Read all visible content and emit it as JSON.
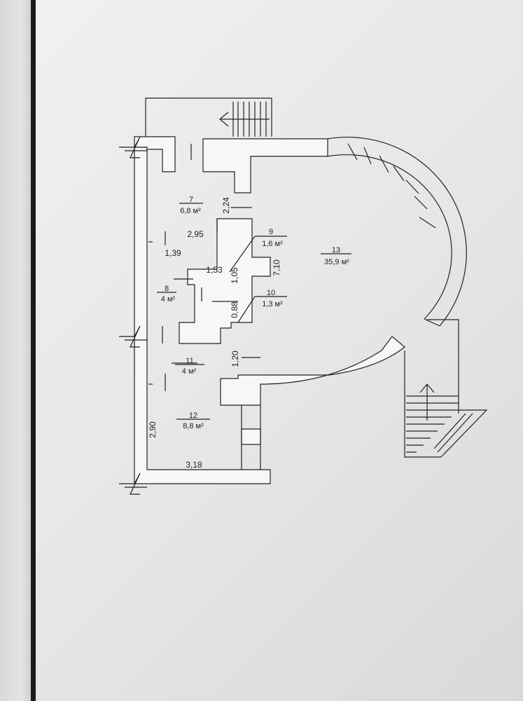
{
  "rooms": [
    {
      "number": "7",
      "area": "6,8 м²"
    },
    {
      "number": "8",
      "area": "4 м²"
    },
    {
      "number": "9",
      "area": "1,6 м²"
    },
    {
      "number": "10",
      "area": "1,3 м²"
    },
    {
      "number": "11",
      "area": "4 м²"
    },
    {
      "number": "12",
      "area": "8,8 м²"
    },
    {
      "number": "13",
      "area": "35,9 м²"
    }
  ],
  "dimensions": {
    "d224": "2,24",
    "d295": "2,95",
    "d139": "1,39",
    "d153": "1,53",
    "d105": "1,05",
    "d710": "7,10",
    "d088": "0,88",
    "d120": "1,20",
    "d290": "2,90",
    "d318": "3,18"
  },
  "colors": {
    "paper": "#ececec",
    "ink": "#222222",
    "wall": "#f7f7f7",
    "binding": "#1b1b1b"
  }
}
